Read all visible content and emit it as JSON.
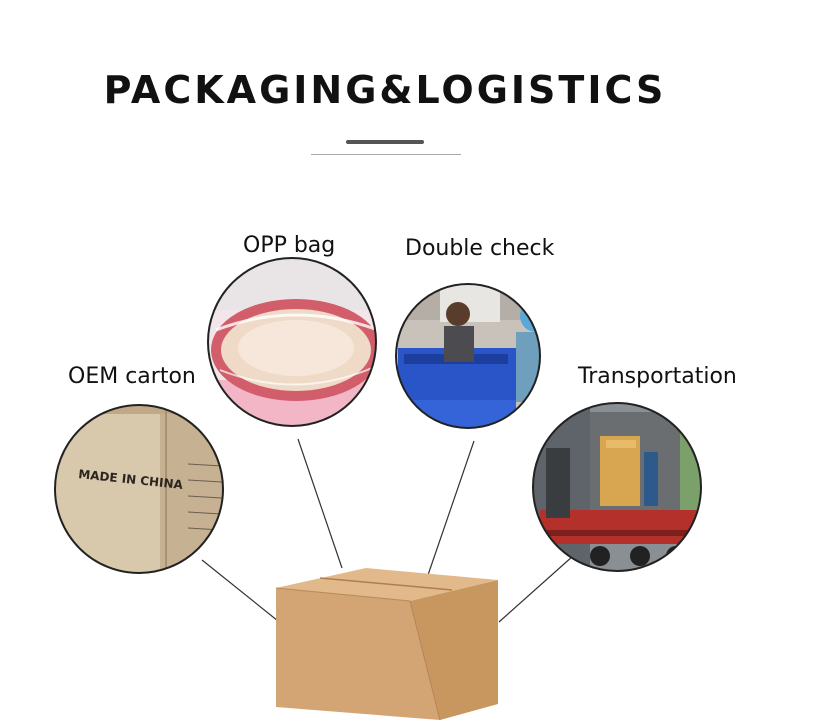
{
  "header": {
    "title": "PACKAGING&LOGISTICS"
  },
  "steps": [
    {
      "label": "OPP bag"
    },
    {
      "label": "Double check"
    },
    {
      "label": "OEM carton"
    },
    {
      "label": "Transportation"
    }
  ],
  "carton_print": {
    "made_in": "MADE IN CHINA"
  },
  "colors": {
    "title": "#111111",
    "divider_dark": "#555555",
    "divider_light": "#aaaaaa",
    "box_kraft": "#d7a978",
    "circle_border": "#222222"
  }
}
